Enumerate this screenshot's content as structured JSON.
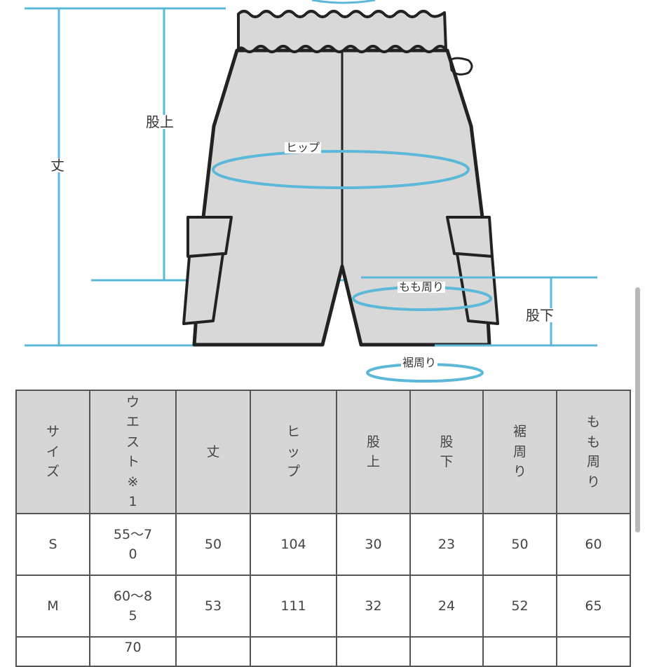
{
  "diagram": {
    "labels": {
      "length": "丈",
      "rise": "股上",
      "hip": "ヒップ",
      "thigh": "もも周り",
      "inseam": "股下",
      "hem": "裾周り"
    },
    "colors": {
      "measure_line": "#5bb8d8",
      "garment_fill": "#d8d8d8",
      "garment_outline": "#222222"
    }
  },
  "table": {
    "headers": [
      "サイズ",
      "ウエスト※1",
      "丈",
      "ヒップ",
      "股上",
      "股下",
      "裾周り",
      "もも周り"
    ],
    "rows": [
      [
        "S",
        "55〜70",
        "50",
        "104",
        "30",
        "23",
        "50",
        "60"
      ],
      [
        "M",
        "60〜85",
        "53",
        "111",
        "32",
        "24",
        "52",
        "65"
      ]
    ],
    "partial_row_fragment": "70",
    "colors": {
      "header_bg": "#d6d6d6",
      "border": "#555555"
    }
  }
}
